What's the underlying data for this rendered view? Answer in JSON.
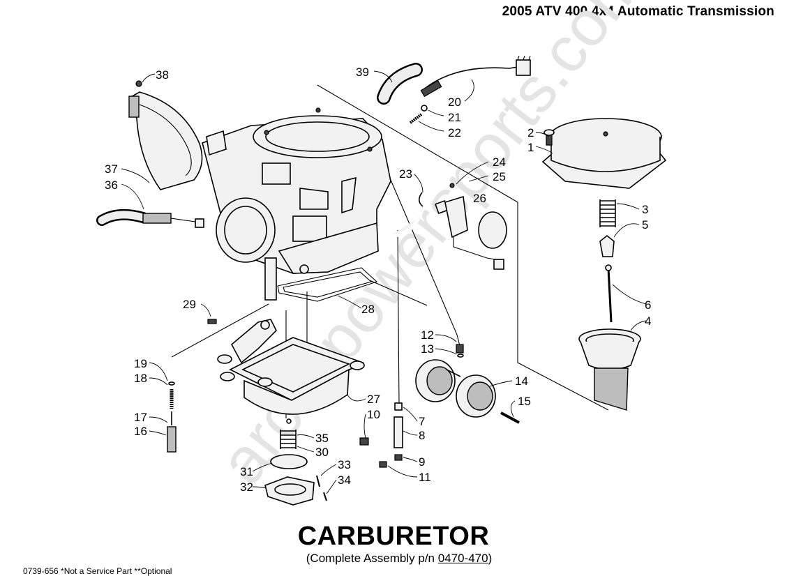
{
  "header": {
    "title": "2005 ATV 400 4x4 Automatic Transmission"
  },
  "diagram": {
    "watermark": "arcticpowersports.com",
    "callouts": [
      {
        "id": "38",
        "label": "38"
      },
      {
        "id": "39",
        "label": "39"
      },
      {
        "id": "20",
        "label": "20"
      },
      {
        "id": "21",
        "label": "21"
      },
      {
        "id": "22",
        "label": "22"
      },
      {
        "id": "2",
        "label": "2"
      },
      {
        "id": "1",
        "label": "1"
      },
      {
        "id": "24",
        "label": "24"
      },
      {
        "id": "25",
        "label": "25"
      },
      {
        "id": "23",
        "label": "23"
      },
      {
        "id": "26",
        "label": "26"
      },
      {
        "id": "37",
        "label": "37"
      },
      {
        "id": "36",
        "label": "36"
      },
      {
        "id": "3",
        "label": "3"
      },
      {
        "id": "5",
        "label": "5"
      },
      {
        "id": "6",
        "label": "6"
      },
      {
        "id": "4",
        "label": "4"
      },
      {
        "id": "29",
        "label": "29"
      },
      {
        "id": "28",
        "label": "28"
      },
      {
        "id": "12",
        "label": "12"
      },
      {
        "id": "13",
        "label": "13"
      },
      {
        "id": "19",
        "label": "19"
      },
      {
        "id": "18",
        "label": "18"
      },
      {
        "id": "14",
        "label": "14"
      },
      {
        "id": "15",
        "label": "15"
      },
      {
        "id": "27",
        "label": "27"
      },
      {
        "id": "10",
        "label": "10"
      },
      {
        "id": "17",
        "label": "17"
      },
      {
        "id": "16",
        "label": "16"
      },
      {
        "id": "7",
        "label": "7"
      },
      {
        "id": "8",
        "label": "8"
      },
      {
        "id": "35",
        "label": "35"
      },
      {
        "id": "30",
        "label": "30"
      },
      {
        "id": "9",
        "label": "9"
      },
      {
        "id": "11",
        "label": "11"
      },
      {
        "id": "31",
        "label": "31"
      },
      {
        "id": "33",
        "label": "33"
      },
      {
        "id": "32",
        "label": "32"
      },
      {
        "id": "34",
        "label": "34"
      }
    ]
  },
  "title": "CARBURETOR",
  "subtitle": {
    "prefix": "(Complete Assembly p/n ",
    "part_number": "0470-470",
    "suffix": ")"
  },
  "footnote": "0739-656  *Not a Service Part **Optional"
}
